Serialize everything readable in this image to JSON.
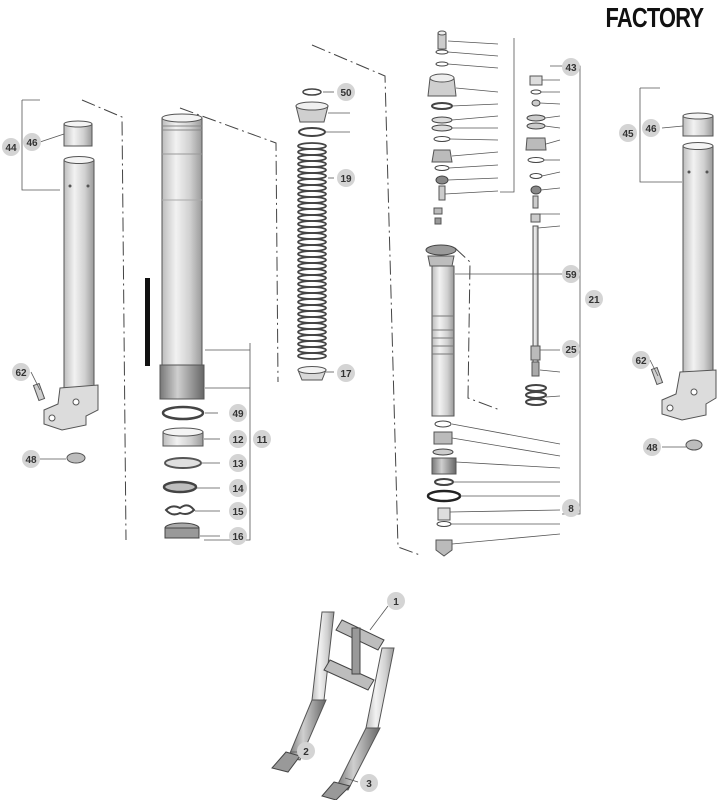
{
  "brand": "FACTORY",
  "callouts": [
    "1",
    "2",
    "3",
    "8",
    "11",
    "12",
    "13",
    "14",
    "15",
    "16",
    "17",
    "19",
    "21",
    "25",
    "43",
    "44",
    "45",
    "46",
    "46",
    "48",
    "48",
    "49",
    "50",
    "59",
    "62",
    "62"
  ],
  "colors": {
    "callout_fill": "#d4d4d4",
    "callout_text": "#333333",
    "line": "#555555",
    "part_fill": "#ececec",
    "part_stroke": "#555555"
  }
}
